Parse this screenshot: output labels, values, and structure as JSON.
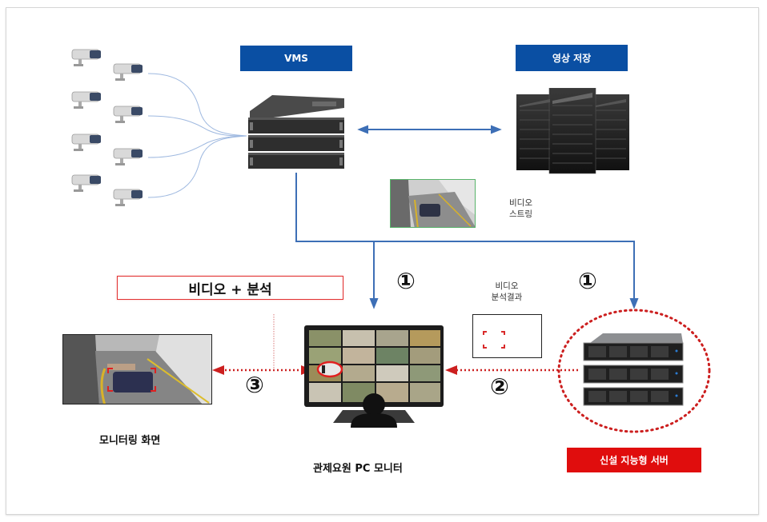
{
  "diagram": {
    "labels": {
      "vms": "VMS",
      "video_storage": "영상 저장",
      "video_stream": [
        "비디오",
        "스트링"
      ],
      "video_plus_analysis": "비디오 + 분석",
      "analysis_result": [
        "비디오",
        "분석결과"
      ],
      "monitoring_screen": "모니터링 화면",
      "operator_pc_monitor": "관제요원 PC 모니터",
      "new_intelligent_server": "신설 지능형 서버"
    },
    "step_markers": {
      "vms_to_monitor": "①",
      "vms_to_server": "①",
      "server_to_monitor": "②",
      "monitor_to_screen": "③"
    },
    "nodes": [
      {
        "id": "cameras",
        "name": "CCTV cameras",
        "count": 8
      },
      {
        "id": "vms",
        "name": "VMS server stack"
      },
      {
        "id": "storage",
        "name": "Video storage racks"
      },
      {
        "id": "operator-monitor",
        "name": "Operator PC monitor"
      },
      {
        "id": "monitoring-screen",
        "name": "Monitoring screen"
      },
      {
        "id": "intelligent-server",
        "name": "New intelligent server"
      }
    ],
    "edges": [
      {
        "from": "cameras",
        "to": "vms",
        "style": "thin-blue-curves"
      },
      {
        "from": "vms",
        "to": "storage",
        "style": "double-arrow-blue"
      },
      {
        "from": "vms",
        "to": "operator-monitor",
        "style": "blue-arrow",
        "step": "①"
      },
      {
        "from": "vms",
        "to": "intelligent-server",
        "style": "blue-arrow",
        "step": "①"
      },
      {
        "from": "intelligent-server",
        "to": "operator-monitor",
        "style": "red-dotted-arrow",
        "step": "②"
      },
      {
        "from": "operator-monitor",
        "to": "monitoring-screen",
        "style": "red-dotted-arrow",
        "step": "③"
      }
    ],
    "colors": {
      "label_blue": "#0a4fa3",
      "label_red": "#e00d0d",
      "flow_blue": "#3d6fb6",
      "flow_red": "#cc1f1f"
    }
  }
}
